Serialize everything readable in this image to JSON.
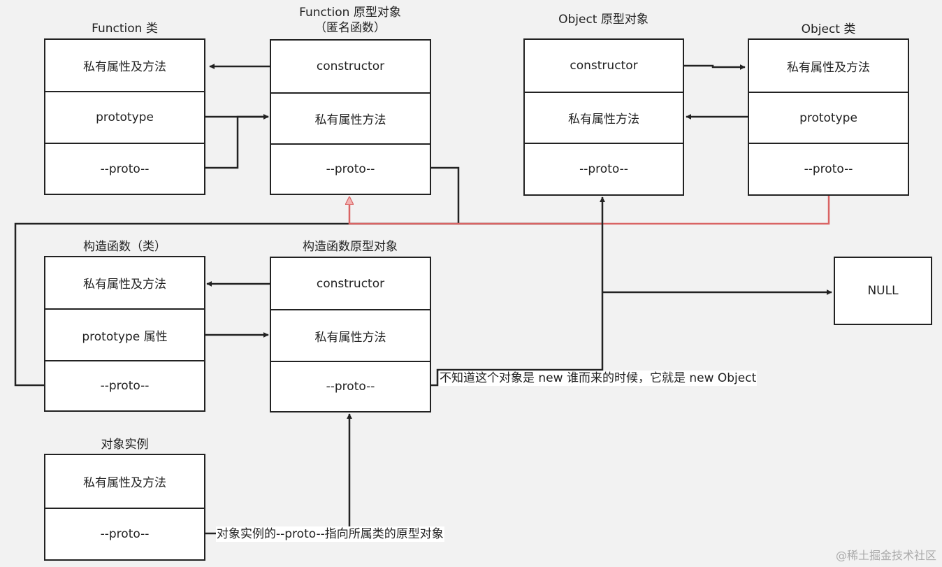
{
  "colors": {
    "background": "#f2f2f2",
    "line": "#222222",
    "highlight_line": "#d96464",
    "box_fill": "#ffffff"
  },
  "function_class": {
    "title": "Function 类",
    "rows": [
      "私有属性及方法",
      "prototype",
      "--proto--"
    ]
  },
  "function_prototype": {
    "title_line1": "Function 原型对象",
    "title_line2": "（匿名函数）",
    "rows": [
      "constructor",
      "私有属性方法",
      "--proto--"
    ]
  },
  "object_prototype": {
    "title": "Object 原型对象",
    "rows": [
      "constructor",
      "私有属性方法",
      "--proto--"
    ]
  },
  "object_class": {
    "title": "Object 类",
    "rows": [
      "私有属性及方法",
      "prototype",
      "--proto--"
    ]
  },
  "constructor_class": {
    "title": "构造函数（类）",
    "rows": [
      "私有属性及方法",
      "prototype 属性",
      "--proto--"
    ]
  },
  "constructor_prototype": {
    "title": "构造函数原型对象",
    "rows": [
      "constructor",
      "私有属性方法",
      "--proto--"
    ]
  },
  "object_instance": {
    "title": "对象实例",
    "rows": [
      "私有属性及方法",
      "--proto--"
    ]
  },
  "null_box": {
    "label": "NULL"
  },
  "notes": {
    "new_object": "不知道这个对象是 new 谁而来的时候，它就是 new Object",
    "instance_proto": "对象实例的--proto--指向所属类的原型对象"
  },
  "watermark": "@稀土掘金技术社区"
}
